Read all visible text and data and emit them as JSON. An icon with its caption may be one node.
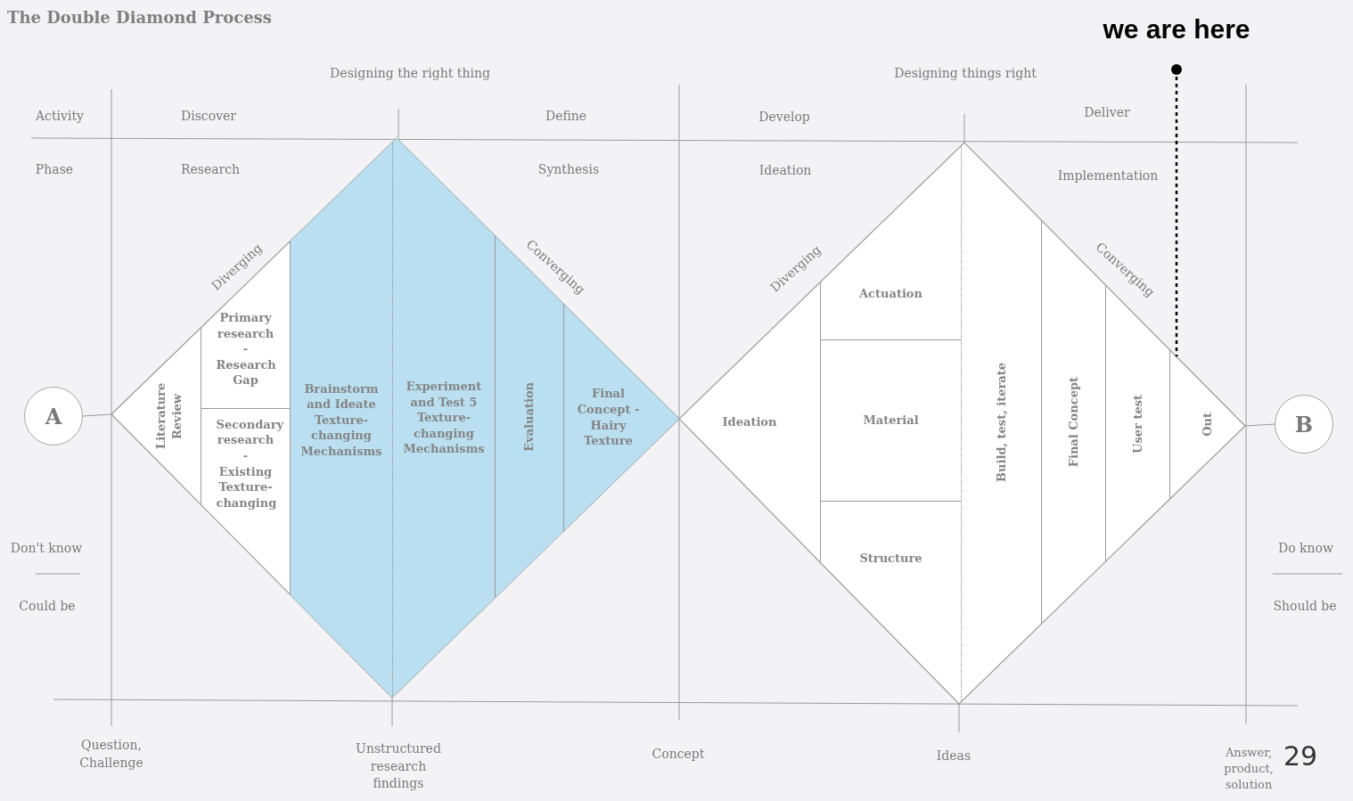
{
  "diagram": {
    "title": "The Double Diamond Process",
    "nodes": [
      {
        "text": [
          "A"
        ]
      },
      {
        "text": [],
        "shape": "diamond"
      },
      {
        "text": [
          "Literature Review"
        ],
        "in": 1
      },
      {
        "text": [
          "Primary research - Research Gap"
        ],
        "in": 1
      },
      {
        "text": [
          "Secondary research - Existing Texture-changing"
        ],
        "in": 1
      },
      {
        "text": [
          "Brainstorm and Ideate Texture-changing Mechanisms"
        ],
        "in": 1
      },
      {
        "text": [
          "Experiment and Test 5 Texture-changing Mechanisms"
        ],
        "in": 1
      },
      {
        "text": [
          "Evaluation"
        ],
        "in": 1
      },
      {
        "text": [
          "Final Concept - Hairy Texture"
        ],
        "in": 1
      },
      {
        "text": [],
        "shape": "diamond"
      },
      {
        "text": [
          "Ideation"
        ],
        "in": 9
      },
      {
        "text": [
          "Actuation"
        ],
        "in": 9
      },
      {
        "text": [
          "Material"
        ],
        "in": 9
      },
      {
        "text": [
          "Structure"
        ],
        "in": 9
      },
      {
        "text": [
          "Build, test, iterate"
        ],
        "in": 9
      },
      {
        "text": [
          "Final Concept"
        ],
        "in": 9
      },
      {
        "text": [
          "User test"
        ],
        "in": 9
      },
      {
        "text": [
          "Out"
        ],
        "in": 9
      },
      {
        "text": [
          "B"
        ]
      },
      {
        "text": [
          "we are here"
        ]
      }
    ],
    "edges": [
      {
        "from": 0,
        "to": 1,
        "arrow": "none"
      },
      {
        "from": 9,
        "to": 18,
        "arrow": "none"
      },
      {
        "from": 19,
        "to": 9,
        "arrow": "other",
        "style": "dashed",
        "color": "#000000"
      }
    ],
    "labels": [
      "Designing the right thing",
      "Designing things right",
      "Activity",
      "Discover",
      "Define",
      "Develop",
      "Deliver",
      "Phase",
      "Research",
      "Synthesis",
      "Ideation",
      "Implementation",
      "Diverging",
      "Converging",
      "Diverging",
      "Converging",
      "Don't know",
      "Do know",
      "Could be",
      "Should be",
      "Question, Challenge",
      "Unstructured research findings",
      "Concept",
      "Ideas",
      "Answer, product, solution",
      "29"
    ]
  }
}
